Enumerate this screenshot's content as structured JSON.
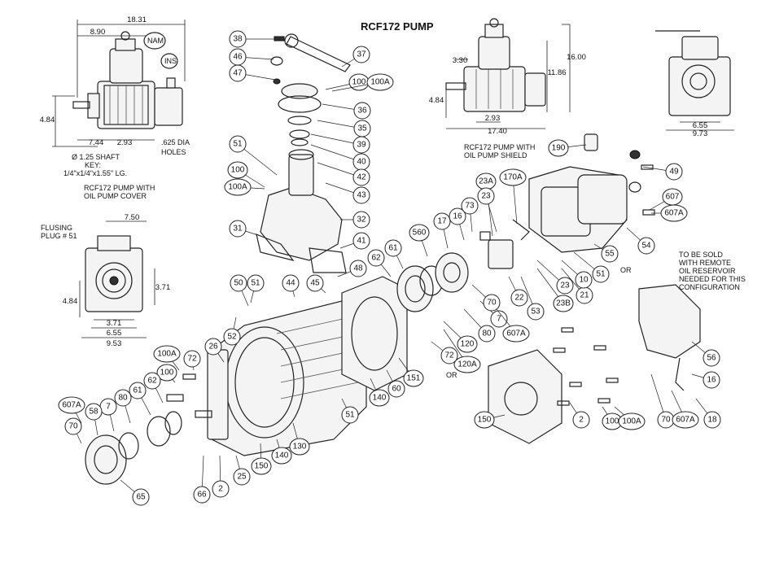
{
  "title": "RCF172 PUMP",
  "dimensions": {
    "overall_width": "18.31",
    "shaft_to_center": "8.90",
    "left_height": "4.84",
    "left_7_44": "7.44",
    "left_2_93": "2.93",
    "holes": ".625 DIA HOLES",
    "shaft": "Ø 1.25 SHAFT",
    "key_label": "KEY:",
    "key_size": "1/4\"x1/4\"x1.55\" LG.",
    "front_7_50": "7.50",
    "front_3_71_right": "3.71",
    "front_4_84": "4.84",
    "front_3_71_bottom": "3.71",
    "front_6_55": "6.55",
    "front_9_53": "9.53",
    "right_3_30": "3.30",
    "right_16_00": "16.00",
    "right_11_86": "11.86",
    "right_4_84": "4.84",
    "right_2_93": "2.93",
    "right_17_40": "17.40",
    "far_6_55": "6.55",
    "far_9_73": "9.73"
  },
  "captions": {
    "cover_line1": "RCF172 PUMP WITH",
    "cover_line2": "OIL PUMP COVER",
    "shield_line1": "RCF172 PUMP WITH",
    "shield_line2": "OIL PUMP SHIELD",
    "plug_line1": "FLUSING",
    "plug_line2": "PLUG # 51",
    "reservoir_line1": "TO BE SOLD",
    "reservoir_line2": "WITH REMOTE",
    "reservoir_line3": "OIL RESERVOIR",
    "reservoir_line4": "NEEDED FOR THIS",
    "reservoir_line5": "CONFIGURATION",
    "or_1": "OR",
    "or_2": "OR",
    "nam": "NAM",
    "ins": "INS"
  },
  "callouts": [
    "38",
    "46",
    "47",
    "37",
    "100",
    "100A",
    "36",
    "35",
    "39",
    "40",
    "42",
    "43",
    "51",
    "100",
    "100A",
    "32",
    "31",
    "41",
    "48",
    "45",
    "44",
    "51",
    "50",
    "52",
    "26",
    "72",
    "100A",
    "100",
    "62",
    "61",
    "80",
    "7",
    "58",
    "607A",
    "70",
    "65",
    "66",
    "2",
    "25",
    "150",
    "140",
    "130",
    "51",
    "140",
    "60",
    "151",
    "62",
    "61",
    "560",
    "17",
    "16",
    "73",
    "23A",
    "170A",
    "23",
    "120",
    "120A",
    "72",
    "80",
    "7",
    "70",
    "607A",
    "22",
    "53",
    "23",
    "23B",
    "21",
    "10",
    "51",
    "55",
    "54",
    "49",
    "607",
    "607A",
    "190",
    "150",
    "2",
    "100",
    "100A",
    "56",
    "16",
    "18",
    "70",
    "607A"
  ]
}
